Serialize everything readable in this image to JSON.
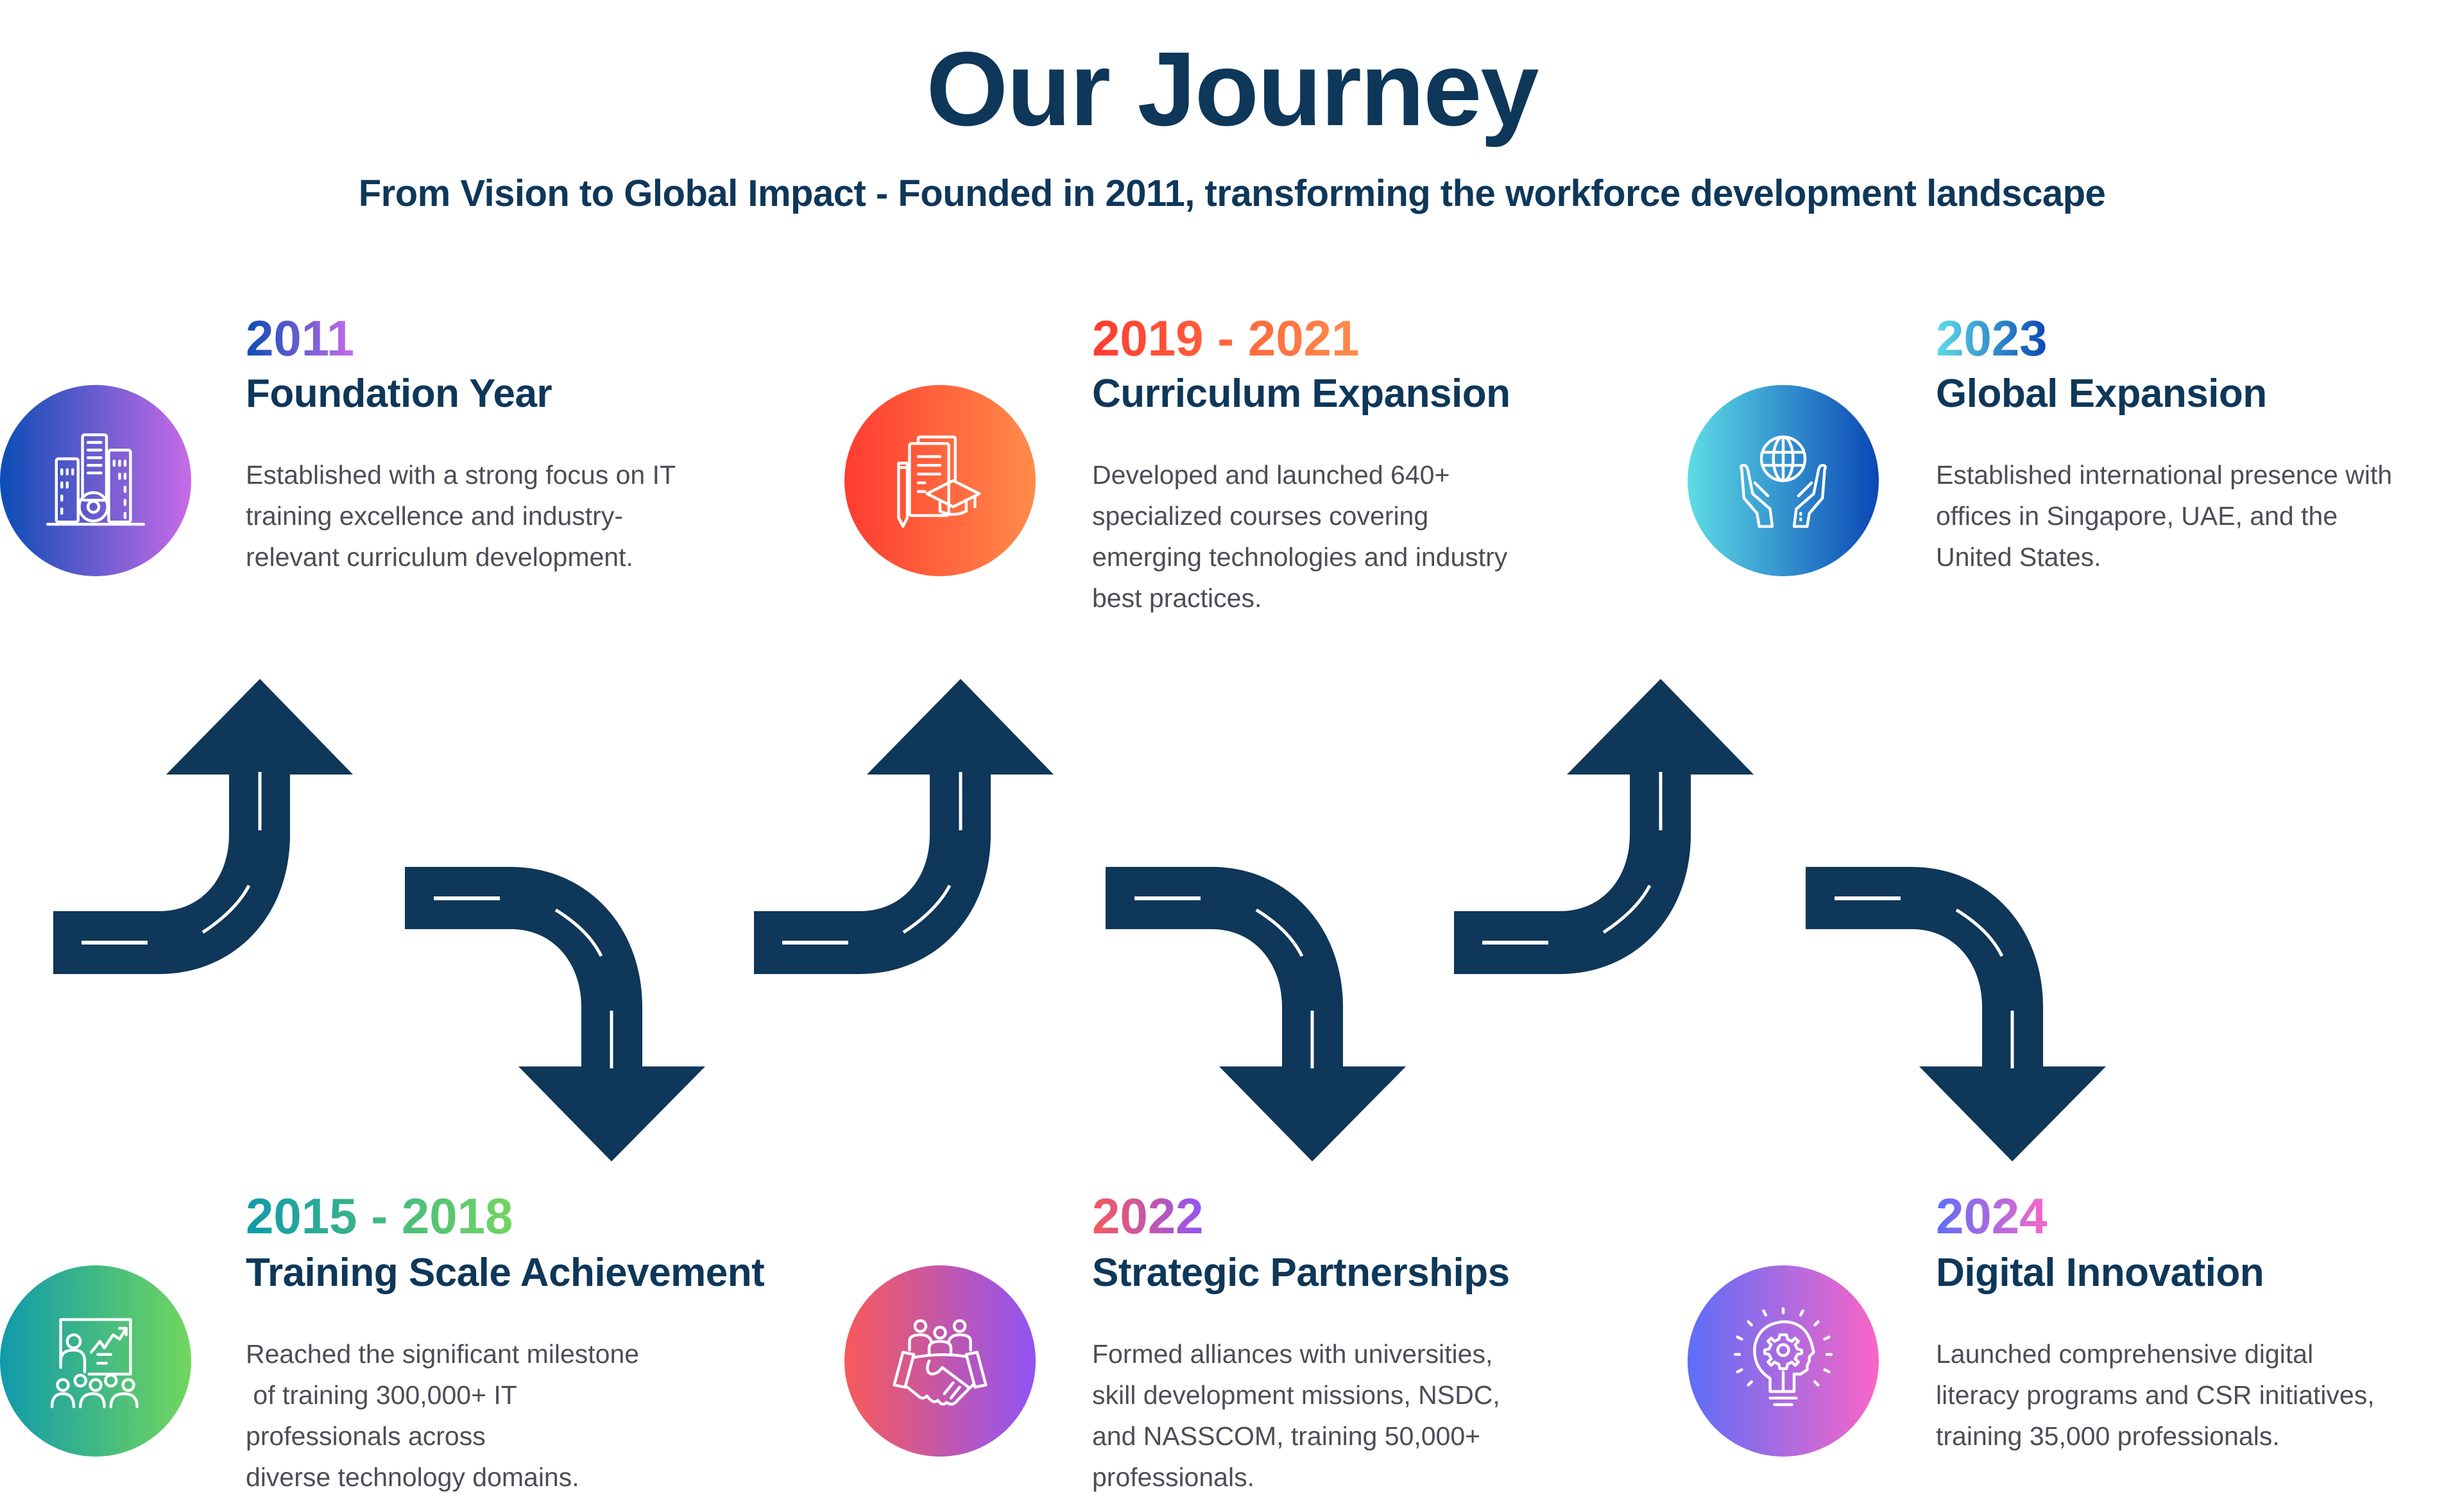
{
  "header": {
    "title": "Our Journey",
    "subtitle": "From Vision to Global Impact - Founded in 2011, transforming the workforce development landscape"
  },
  "colors": {
    "navy": "#0e3759",
    "body_text": "#4d4d57",
    "road": "#0e3759",
    "road_marking": "#ffffff"
  },
  "milestones": [
    {
      "year": "2011",
      "title": "Foundation Year",
      "description": [
        "Established with a strong focus on IT",
        "training excellence and industry-",
        "relevant curriculum development."
      ],
      "icon": "buildings-gear-icon",
      "gradient": [
        "#0b4db5",
        "#c86be8"
      ]
    },
    {
      "year": "2015 - 2018",
      "title": "Training Scale Achievement",
      "description": [
        "Reached the significant milestone",
        " of training 300,000+ IT",
        "professionals across",
        "diverse technology domains."
      ],
      "icon": "presentation-audience-icon",
      "gradient": [
        "#0f9aab",
        "#72d65e"
      ]
    },
    {
      "year": "2019 - 2021",
      "title": "Curriculum Expansion",
      "description": [
        "Developed and launched 640+",
        "specialized courses covering",
        "emerging technologies and industry",
        "best practices."
      ],
      "icon": "documents-graduation-cap-icon",
      "gradient": [
        "#ff3b30",
        "#ff8c4a"
      ]
    },
    {
      "year": "2022",
      "title": "Strategic Partnerships",
      "description": [
        "Formed alliances with universities,",
        "skill development missions, NSDC,",
        "and NASSCOM, training 50,000+",
        "professionals."
      ],
      "icon": "handshake-team-icon",
      "gradient": [
        "#f75a5a",
        "#9154f5"
      ]
    },
    {
      "year": "2023",
      "title": "Global Expansion",
      "description": [
        "Established international presence with",
        "offices in Singapore, UAE, and the",
        "United States."
      ],
      "icon": "globe-hands-icon",
      "gradient": [
        "#5ddde6",
        "#0b47b5"
      ]
    },
    {
      "year": "2024",
      "title": "Digital Innovation",
      "description": [
        "Launched comprehensive digital",
        "literacy programs and CSR initiatives,",
        "training 35,000 professionals."
      ],
      "icon": "lightbulb-head-gear-icon",
      "gradient": [
        "#5c6ef8",
        "#f966c8"
      ]
    }
  ]
}
